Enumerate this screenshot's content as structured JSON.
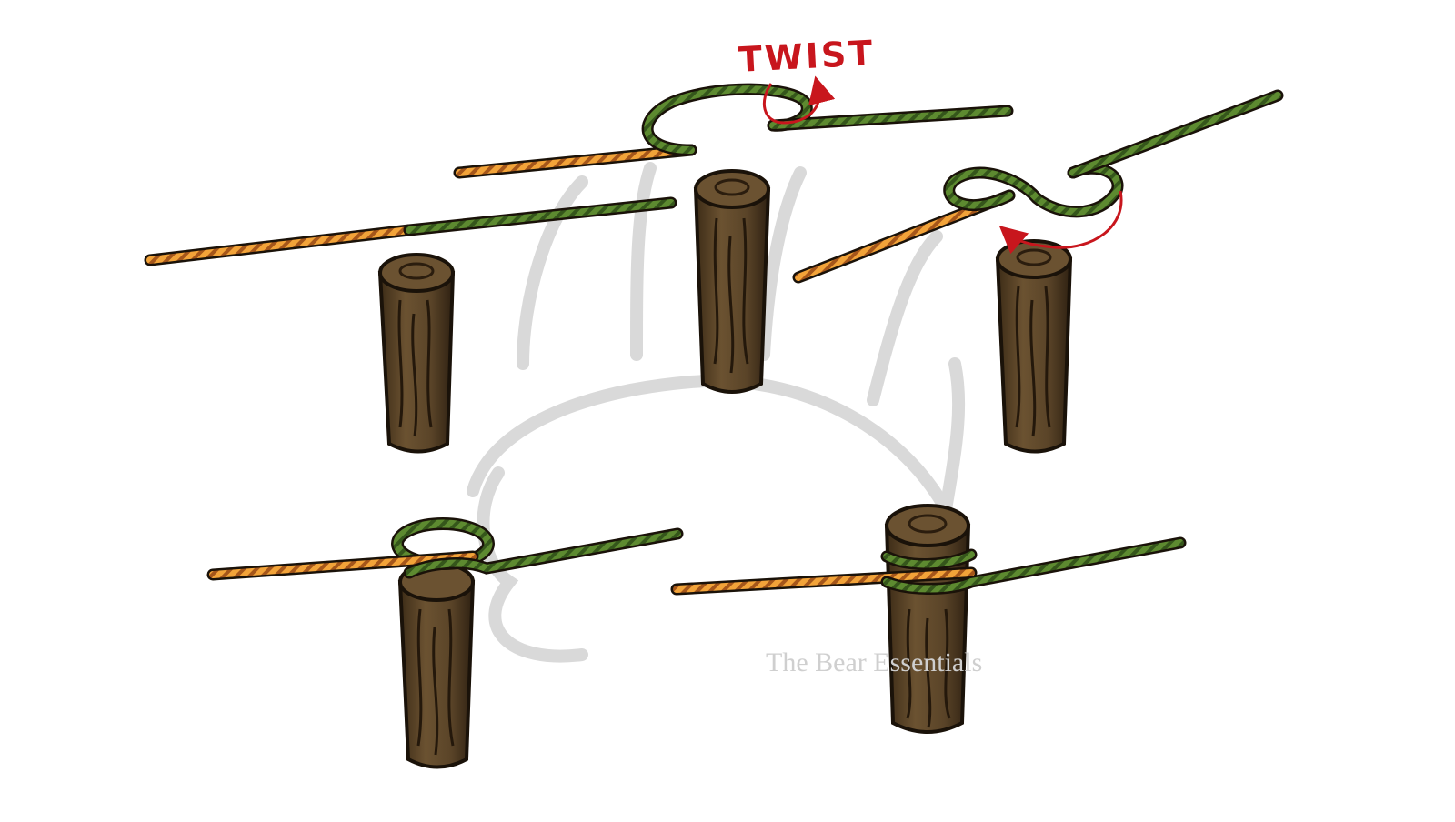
{
  "annotation": {
    "twist_label": "TWIST"
  },
  "watermark": {
    "text": "The Bear Essentials",
    "icon": "bear-paw-icon"
  },
  "steps": [
    {
      "id": "step-1",
      "description": "straight rope above post"
    },
    {
      "id": "step-2",
      "description": "rope with twisted loop above post"
    },
    {
      "id": "step-3",
      "description": "rope with figure-eight loops, arrow"
    },
    {
      "id": "step-4",
      "description": "loop dropped over post"
    },
    {
      "id": "step-5",
      "description": "finished clove hitch on post"
    }
  ],
  "colors": {
    "rope_green": "#4f7a2a",
    "rope_orange": "#e8922a",
    "wood": "#5a4428",
    "wood_dark": "#3a2a16",
    "outline": "#1a1209",
    "arrow_red": "#c8161d",
    "watermark": "#d9d9d9"
  }
}
